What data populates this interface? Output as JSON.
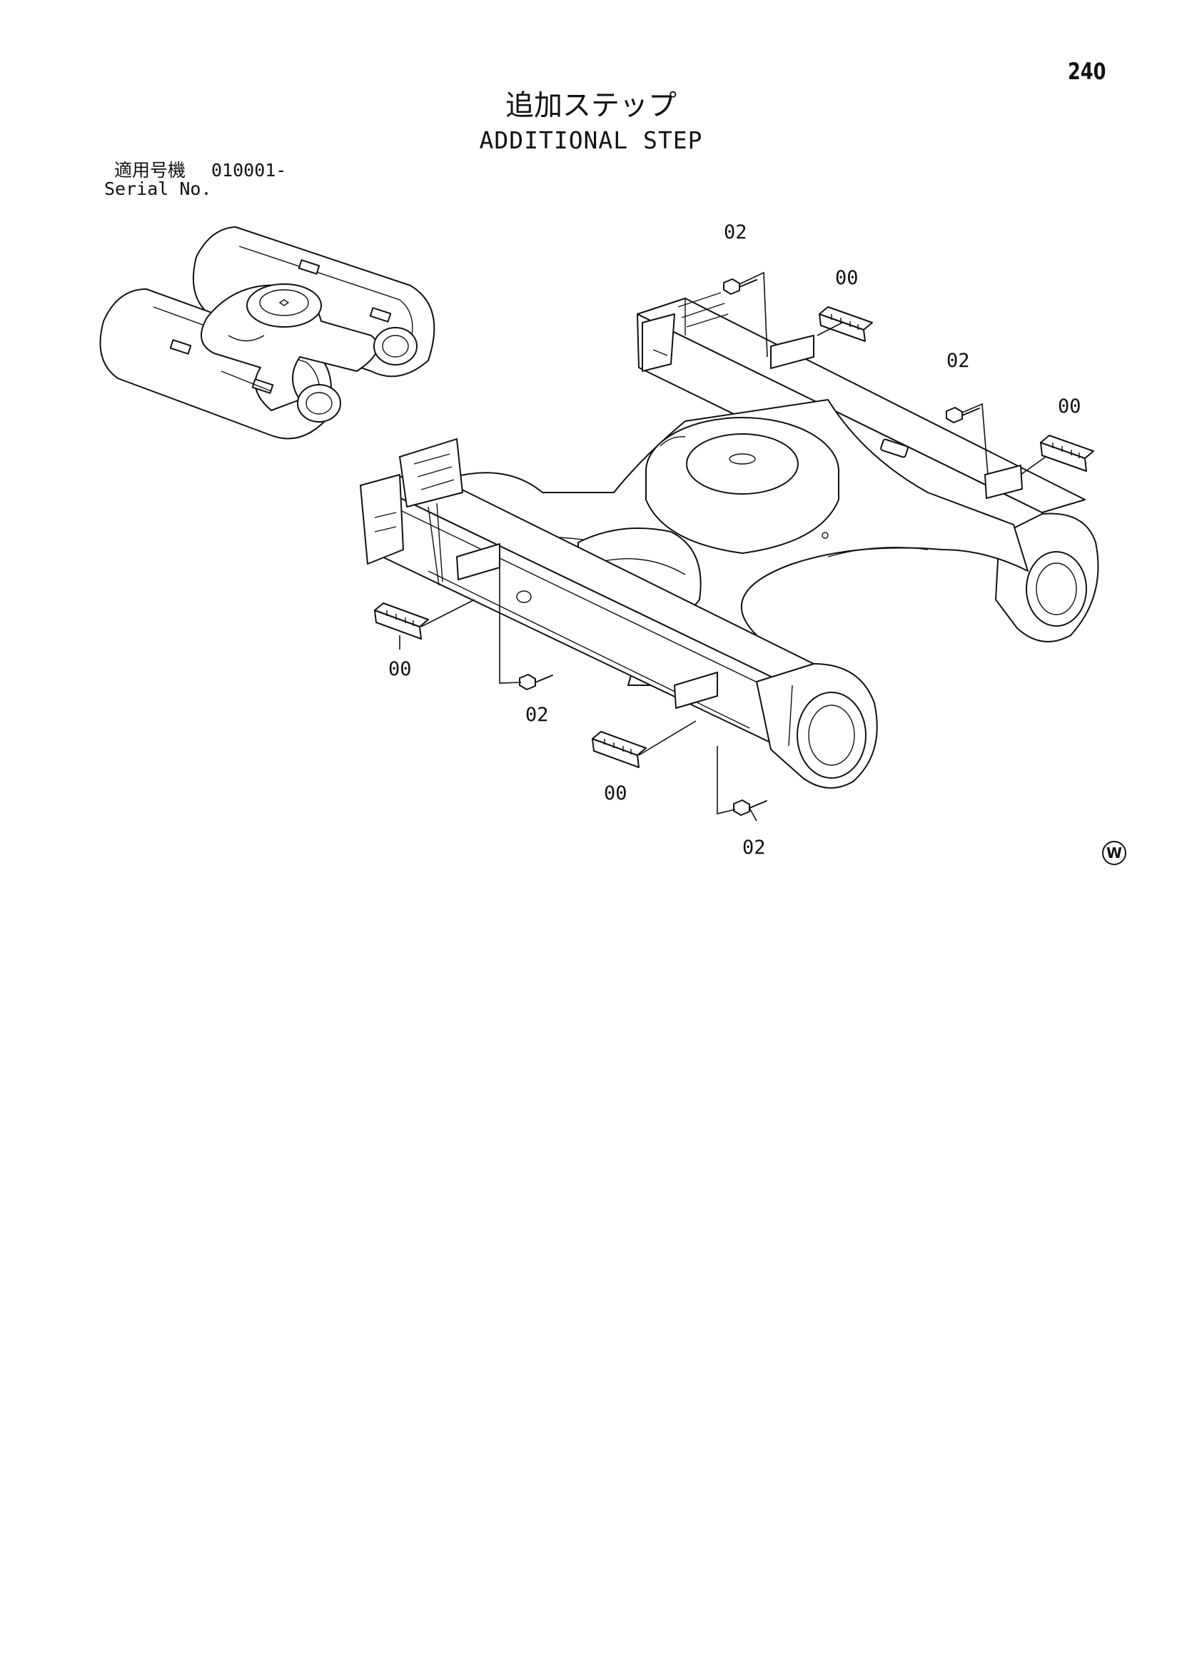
{
  "page_number": "240",
  "title_jp": "追加ステップ",
  "title_en": "ADDITIONAL STEP",
  "serial": {
    "label_jp": "適用号機",
    "value": "010001-",
    "label_en": "Serial No."
  },
  "callouts": {
    "c1": "02",
    "c2": "00",
    "c3": "02",
    "c4": "00",
    "c5": "00",
    "c6": "02",
    "c7": "00",
    "c8": "02"
  },
  "copyright_mark": "W"
}
